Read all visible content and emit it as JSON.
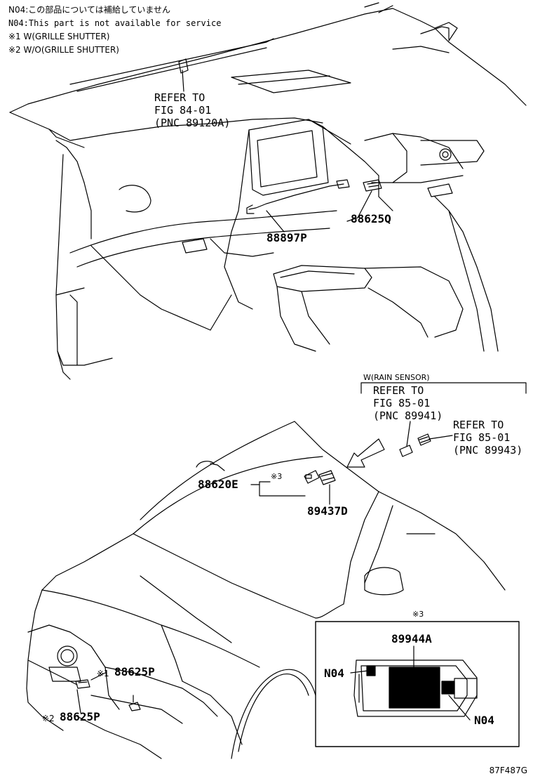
{
  "notes": {
    "n04_jp": "N04:この部品については補給していません",
    "n04_en": "N04:This part is not available for service",
    "mark1": "※1 W(GRILLE SHUTTER)",
    "mark2": "※2 W/O(GRILLE SHUTTER)"
  },
  "refs": {
    "fig84": {
      "l1": "REFER TO",
      "l2": "FIG 84-01",
      "l3": "(PNC 89120A)"
    },
    "fig85a": {
      "l1": "REFER TO",
      "l2": "FIG 85-01",
      "l3": "(PNC 89941)"
    },
    "fig85b": {
      "l1": "REFER TO",
      "l2": "FIG 85-01",
      "l3": "(PNC 89943)"
    }
  },
  "rain_sensor_label": "W(RAIN SENSOR)",
  "parts": {
    "p88897P": "88897P",
    "p88625Q": "88625Q",
    "p88620E": "88620E",
    "p89437D": "89437D",
    "p88625P_1": "88625P",
    "p88625P_2": "88625P",
    "p89944A": "89944A",
    "n04_left": "N04",
    "n04_right": "N04"
  },
  "marks": {
    "m1": "※1",
    "m2": "※2",
    "m3_small": "※3",
    "m3_inset": "※3"
  },
  "figure_code": "87F487G"
}
